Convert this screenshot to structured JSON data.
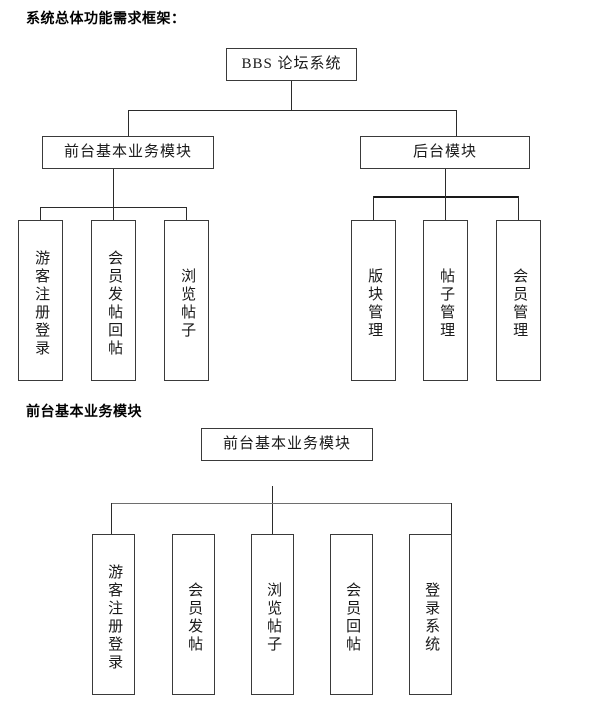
{
  "headings": {
    "section_1": "系统总体功能需求框架：",
    "section_2": "前台基本业务模块"
  },
  "diagram_1": {
    "root": {
      "label": "BBS 论坛系统"
    },
    "level2": [
      {
        "label": "前台基本业务模块"
      },
      {
        "label": "后台模块"
      }
    ],
    "front_leaves": [
      {
        "label": "游客注册登录"
      },
      {
        "label": "会员发帖回帖"
      },
      {
        "label": "浏览帖子"
      }
    ],
    "back_leaves": [
      {
        "label": "版块管理"
      },
      {
        "label": "帖子管理"
      },
      {
        "label": "会员管理"
      }
    ]
  },
  "diagram_2": {
    "root": {
      "label": "前台基本业务模块"
    },
    "leaves": [
      {
        "label": "游客注册登录"
      },
      {
        "label": "会员发帖"
      },
      {
        "label": "浏览帖子"
      },
      {
        "label": "会员回帖"
      },
      {
        "label": "登录系统"
      }
    ]
  },
  "colors": {
    "background": "#ffffff",
    "box_border": "#3a3a3a",
    "connector": "#2b2b2b",
    "text": "#1a1a1a",
    "heading_text": "#000000"
  }
}
